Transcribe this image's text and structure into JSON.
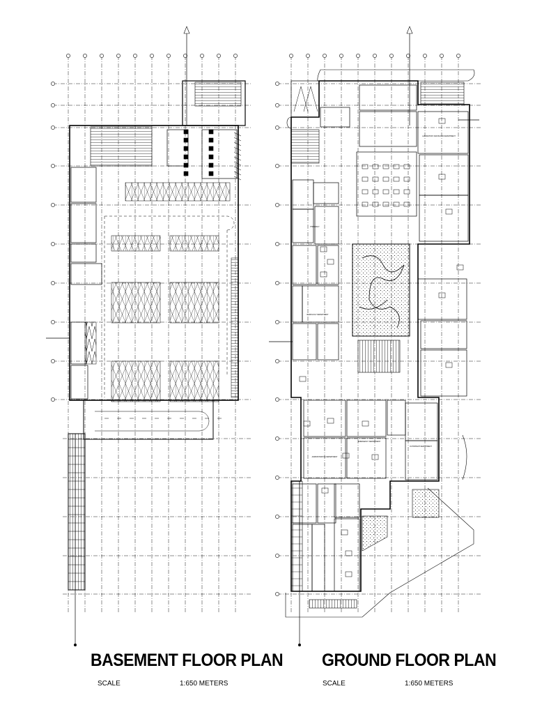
{
  "plans": [
    {
      "id": "basement",
      "title": "BASEMENT FLOOR PLAN",
      "scale_label": "SCALE",
      "scale_value": "1:650 METERS"
    },
    {
      "id": "ground",
      "title": "GROUND FLOOR PLAN",
      "scale_label": "SCALE",
      "scale_value": "1:650 METERS",
      "room_labels": [
        "LABORATORY AND BLOOD DEPARTMENT",
        "PHARMACY",
        "RADIOLOGY DEPARTMENT",
        "ADMINISTRATIVE DEPARTMENT",
        "EMERGENCY DEPARTMENT",
        "OUTPATIENT DEPARTMENT"
      ]
    }
  ],
  "colors": {
    "line": "#000000",
    "background": "#ffffff"
  }
}
